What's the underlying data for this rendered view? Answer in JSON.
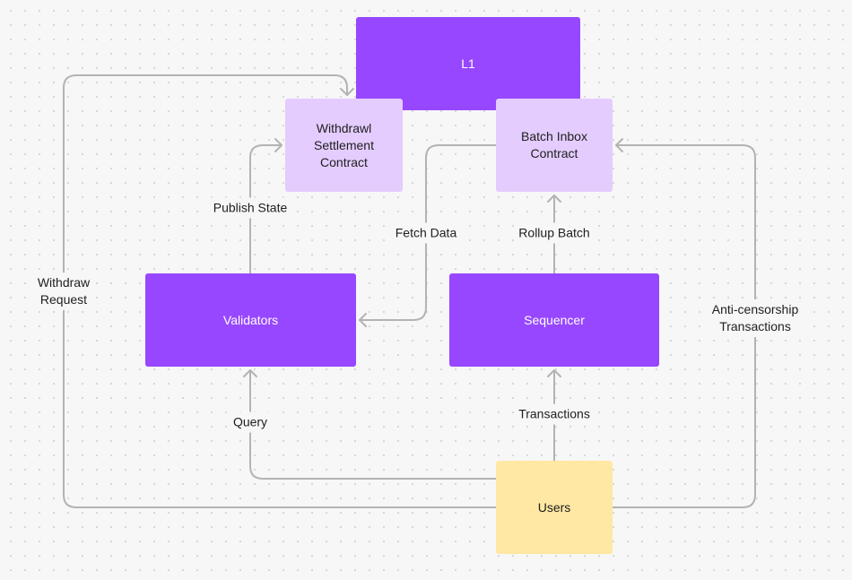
{
  "nodes": {
    "l1": "L1",
    "withdrawl_contract": "Withdrawl\nSettlement\nContract",
    "batch_inbox": "Batch Inbox\nContract",
    "validators": "Validators",
    "sequencer": "Sequencer",
    "users": "Users"
  },
  "edges": {
    "publish_state": "Publish State",
    "fetch_data": "Fetch Data",
    "rollup_batch": "Rollup Batch",
    "withdraw_request": "Withdraw\nRequest",
    "anti_censorship": "Anti-censorship\nTransactions",
    "query": "Query",
    "transactions": "Transactions"
  },
  "colors": {
    "primary": "#9747ff",
    "light": "#e4ccff",
    "users": "#ffe8a3",
    "connector": "#b3b3b3",
    "background": "#f7f7f7"
  }
}
